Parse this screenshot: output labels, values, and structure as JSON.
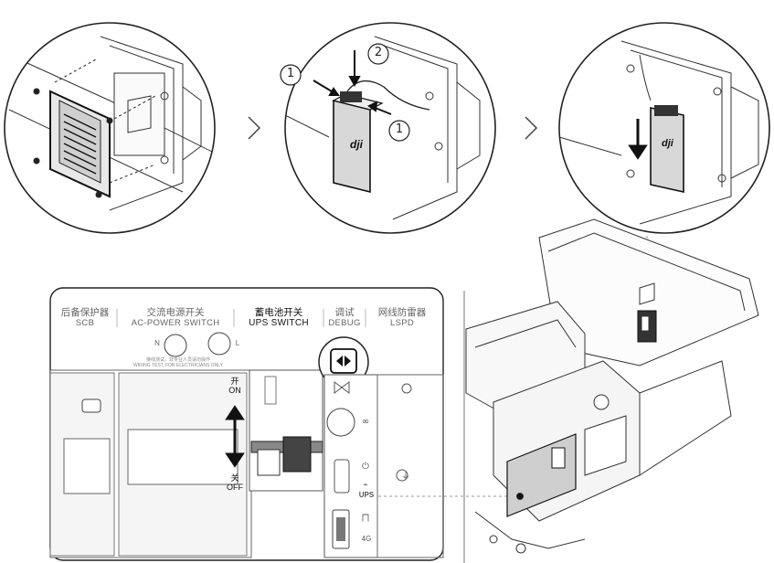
{
  "steps": {
    "arrow1": ">",
    "arrow2": ">",
    "callout_labels": [
      "1",
      "2",
      "1"
    ]
  },
  "panel": {
    "scb": {
      "cn": "后备保护器",
      "en": "SCB"
    },
    "ac_power": {
      "cn": "交流电源开关",
      "en": "AC-POWER SWITCH",
      "n": "N",
      "l": "L"
    },
    "wiring_note": {
      "cn": "接线测试，非专业人员请勿操作",
      "en": "WIRING TEST, FOR ELECTRICIANS ONLY"
    },
    "ups_switch": {
      "cn": "蓄电池开关",
      "en": "UPS SWITCH"
    },
    "debug": {
      "cn": "调试",
      "en": "DEBUG"
    },
    "lspd": {
      "cn": "网线防雷器",
      "en": "LSPD"
    },
    "switch_on": {
      "cn": "开",
      "en": "ON"
    },
    "switch_off": {
      "cn": "关",
      "en": "OFF"
    },
    "ports": {
      "ups": "UPS",
      "cellular": "4G"
    }
  },
  "brand_mark": "dji",
  "icons": [
    "power-icon",
    "link-icon",
    "usb-icon",
    "network-icon",
    "ground-icon",
    "dropdown-arrow-icon"
  ]
}
